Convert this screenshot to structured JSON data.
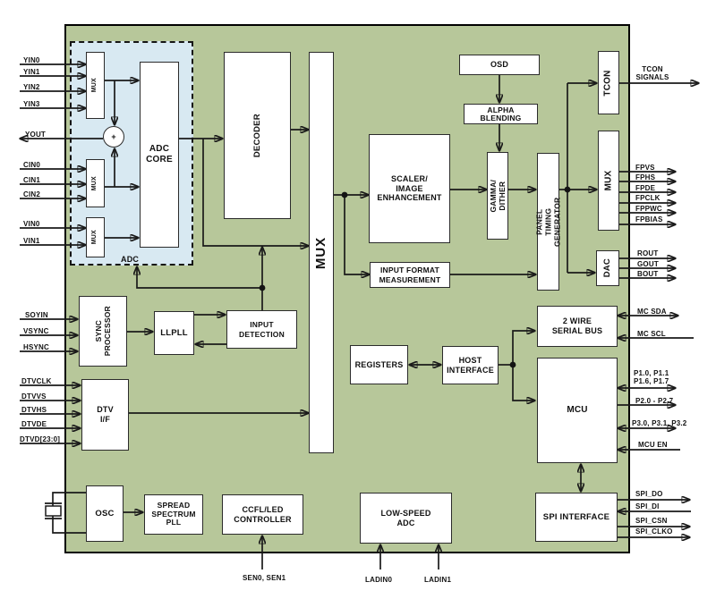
{
  "colors": {
    "chip_fill": "#b7c79a",
    "adc_region_fill": "#d8e9f2",
    "line": "#1a1a1a",
    "box_fill": "#ffffff"
  },
  "blocks": {
    "adc_region_label": "ADC",
    "yin_mux": "MUX",
    "cin_mux": "MUX",
    "vin_mux": "MUX",
    "adder": "+",
    "adc_core": "ADC\nCORE",
    "decoder": "DECODER",
    "main_mux": "MUX",
    "scaler": "SCALER/\nIMAGE\nENHANCEMENT",
    "input_format_measurement": "INPUT FORMAT\nMEASUREMENT",
    "osd": "OSD",
    "alpha_blending": "ALPHA\nBLENDING",
    "gamma_dither": "GAMMA/\nDITHER",
    "panel_timing_generator": "PANEL TIMING GENERATOR",
    "tcon": "TCON",
    "output_mux": "MUX",
    "dac": "DAC",
    "sync_processor": "SYNC\nPROCESSOR",
    "llpll": "LLPLL",
    "input_detection": "INPUT\nDETECTION",
    "dtv_if": "DTV\nI/F",
    "registers": "REGISTERS",
    "host_interface": "HOST\nINTERFACE",
    "two_wire_serial_bus": "2 WIRE\nSERIAL BUS",
    "mcu": "MCU",
    "osc": "OSC",
    "spread_spectrum_pll": "SPREAD\nSPECTRUM\nPLL",
    "ccfl_led_controller": "CCFL/LED\nCONTROLLER",
    "low_speed_adc": "LOW-SPEED\nADC",
    "spi_interface": "SPI INTERFACE"
  },
  "ports": {
    "yin0": "YIN0",
    "yin1": "YIN1",
    "yin2": "YIN2",
    "yin3": "YIN3",
    "yout": "YOUT",
    "cin0": "CIN0",
    "cin1": "CIN1",
    "cin2": "CIN2",
    "vin0": "VIN0",
    "vin1": "VIN1",
    "soyin": "SOYIN",
    "vsync": "VSYNC",
    "hsync": "HSYNC",
    "dtvclk": "DTVCLK",
    "dtvvs": "DTVVS",
    "dtvhs": "DTVHS",
    "dtvde": "DTVDE",
    "dtvd": "DTVD[23:0]",
    "tcon_signals": "TCON\nSIGNALS",
    "fpvs": "FPVS",
    "fphs": "FPHS",
    "fpde": "FPDE",
    "fpclk": "FPCLK",
    "fppwc": "FPPWC",
    "fpbias": "FPBIAS",
    "rout": "ROUT",
    "gout": "GOUT",
    "bout": "BOUT",
    "mc_sda": "MC SDA",
    "mc_scl": "MC SCL",
    "p1": "P1.0, P1.1\nP1.6, P1.7",
    "p2": "P2.0 - P2.7",
    "p3": "P3.0, P3.1, P3.2",
    "mcu_en": "MCU EN",
    "spi_do": "SPI_DO",
    "spi_di": "SPI_DI",
    "spi_csn": "SPI_CSN",
    "spi_clko": "SPI_CLKO",
    "sen": "SEN0, SEN1",
    "ladin0": "LADIN0",
    "ladin1": "LADIN1"
  }
}
